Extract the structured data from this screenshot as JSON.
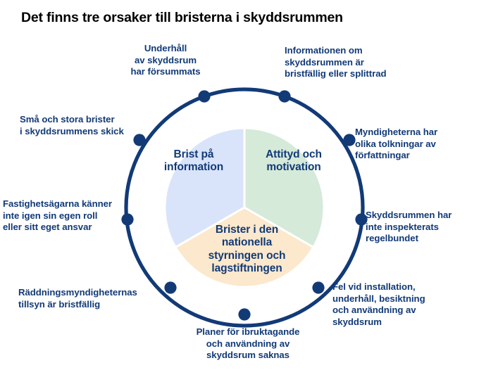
{
  "title": "Det finns tre orsaker till bristerna i skyddsrummen",
  "theme": {
    "navy": "#123a77",
    "ring_stroke": "#123a77",
    "segment_blue": "#d9e4fb",
    "segment_green": "#d5ead9",
    "segment_orange": "#fce8cc",
    "title_color": "#000000",
    "background": "#ffffff"
  },
  "chart_data": {
    "type": "pie",
    "title": "Det finns tre orsaker till bristerna i skyddsrummen",
    "categories": [
      "Brist på information",
      "Attityd och motivation",
      "Brister i den nationella styrningen och lagstiftningen"
    ],
    "values": [
      33.3,
      33.3,
      33.3
    ],
    "colors": [
      "#d9e4fb",
      "#d5ead9",
      "#fce8cc"
    ],
    "legend": "none",
    "grid": false,
    "note": "Three equal thirds; ring of nine annotated causes surrounds the pie"
  },
  "segments": [
    {
      "id": "brist-pa-information",
      "label": "Brist på\ninformation",
      "color": "#d9e4fb",
      "share": "33.3"
    },
    {
      "id": "attityd-och-motivation",
      "label": "Attityd och\nmotivation",
      "color": "#d5ead9",
      "share": "33.3"
    },
    {
      "id": "brister-i-den-nationella-styrningen",
      "label": "Brister i den\nnationella\nstyrningen och\nlagstiftningen",
      "color": "#fce8cc",
      "share": "33.3"
    }
  ],
  "outer_labels": [
    {
      "id": "underhall-forsummats",
      "text": "Underhåll\nav skyddsrum\nhar försummats"
    },
    {
      "id": "information-bristfallig",
      "text": "Informationen om\nskyddsrummen är\nbristfällig eller splittrad"
    },
    {
      "id": "myndigheter-tolkningar",
      "text": "Myndigheterna har\nolika tolkningar av\nförfattningar"
    },
    {
      "id": "inte-inspekterats",
      "text": "Skyddsrummen har\ninte inspekterats\nregelbundet"
    },
    {
      "id": "fel-vid-installation",
      "text": "Fel vid installation,\nunderhåll, besiktning\noch användning av\nskyddsrum"
    },
    {
      "id": "planer-saknas",
      "text": "Planer för ibruktagande\noch användning av\nskyddsrum saknas"
    },
    {
      "id": "raddningsmyndigheter-tillsyn",
      "text": "Räddningsmyndigheternas\ntillsyn är bristfällig"
    },
    {
      "id": "fastighetsagarna-roll",
      "text": "Fastighetsägarna känner\ninte igen sin egen roll\neller sitt eget ansvar"
    },
    {
      "id": "sma-och-stora-brister",
      "text": "Små och stora brister\ni skyddsrummens skick"
    }
  ]
}
